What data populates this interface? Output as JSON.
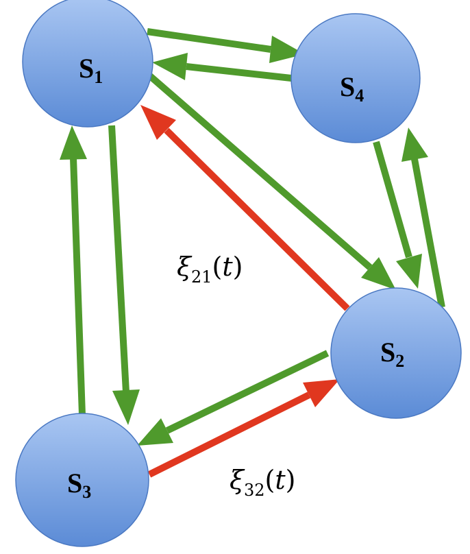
{
  "colors": {
    "node_fill_top": "#a9c6f2",
    "node_fill_bottom": "#5b8bd6",
    "node_stroke": "#4a78c2",
    "edge_green": "#4f9a2c",
    "edge_red": "#e0371f",
    "background": "#ffffff"
  },
  "nodes": [
    {
      "id": "S1",
      "letter": "S",
      "subscript": "1"
    },
    {
      "id": "S2",
      "letter": "S",
      "subscript": "2"
    },
    {
      "id": "S3",
      "letter": "S",
      "subscript": "3"
    },
    {
      "id": "S4",
      "letter": "S",
      "subscript": "4"
    }
  ],
  "edges": [
    {
      "from": "S1",
      "to": "S4",
      "color": "green"
    },
    {
      "from": "S4",
      "to": "S1",
      "color": "green"
    },
    {
      "from": "S1",
      "to": "S2",
      "color": "green"
    },
    {
      "from": "S2",
      "to": "S1",
      "color": "red",
      "label": "xi21"
    },
    {
      "from": "S1",
      "to": "S3",
      "color": "green"
    },
    {
      "from": "S3",
      "to": "S1",
      "color": "green"
    },
    {
      "from": "S4",
      "to": "S2",
      "color": "green"
    },
    {
      "from": "S2",
      "to": "S4",
      "color": "green"
    },
    {
      "from": "S2",
      "to": "S3",
      "color": "green"
    },
    {
      "from": "S3",
      "to": "S2",
      "color": "red",
      "label": "xi32"
    }
  ],
  "labels": {
    "xi21": {
      "symbol": "ξ",
      "subscript": "21",
      "open": "(",
      "var": "t",
      "close": ")"
    },
    "xi32": {
      "symbol": "ξ",
      "subscript": "32",
      "open": "(",
      "var": "t",
      "close": ")"
    }
  }
}
